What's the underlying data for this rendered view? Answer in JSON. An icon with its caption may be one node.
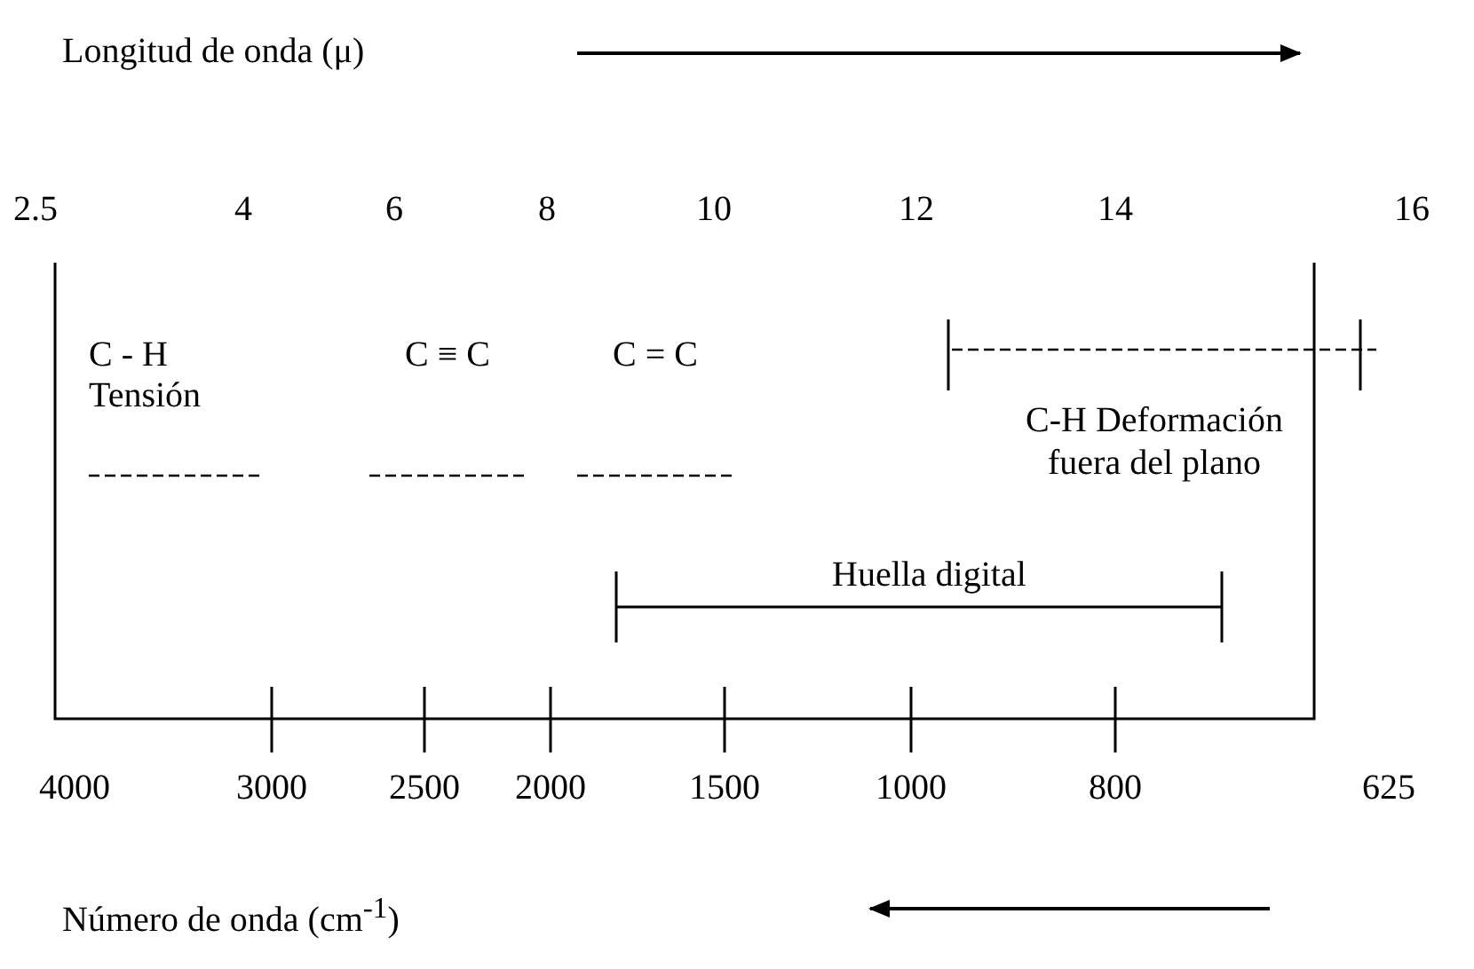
{
  "diagram": {
    "labels": [
      "Longitud de onda (μ)",
      "2.5",
      "4",
      "6",
      "8",
      "10",
      "12",
      "14",
      "16",
      "C - H",
      "C ≡ C",
      "C = C",
      "Tensión",
      "C-H Deformación fuera del plano",
      "Huella digital",
      "4000",
      "3000",
      "2500",
      "2000",
      "1500",
      "1000",
      "800",
      "625",
      "Número de onda (cm$^{-1}$)"
    ]
  }
}
